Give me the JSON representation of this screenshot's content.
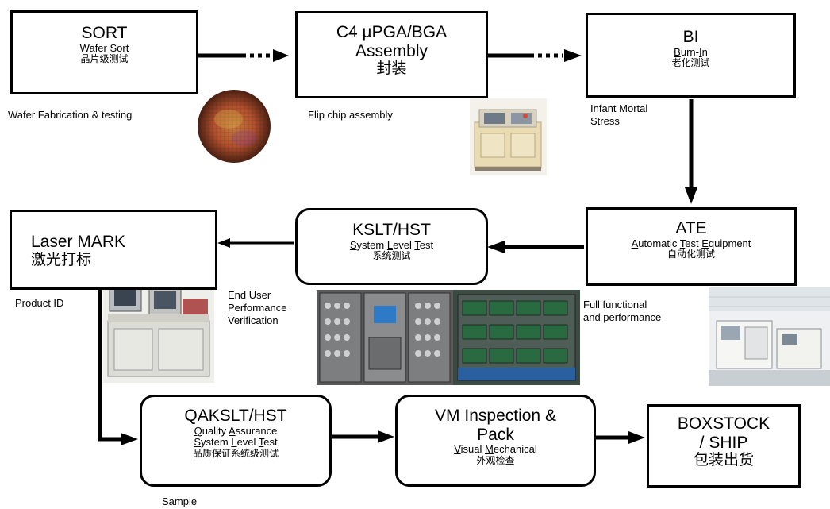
{
  "nodes": {
    "sort": {
      "title": "SORT",
      "line1": "Wafer Sort",
      "line2": "晶片级测试"
    },
    "assembly": {
      "title1": "C4 µPGA/BGA",
      "title2": "Assembly",
      "line1": "封装"
    },
    "bi": {
      "title": "BI",
      "line1_u1": "B",
      "line1_a": "urn-",
      "line1_u2": "I",
      "line1_b": "n",
      "line2": "老化测试"
    },
    "ate": {
      "title": "ATE",
      "u1": "A",
      "a": "utomatic ",
      "u2": "T",
      "b": "est ",
      "u3": "E",
      "c": "quipment",
      "line2": "自动化测试"
    },
    "kslt": {
      "title": "KSLT/HST",
      "u1": "S",
      "a": "ystem ",
      "u2": "L",
      "b": "evel ",
      "u3": "T",
      "c": "est",
      "line2": "系统测试"
    },
    "laser": {
      "title": "Laser MARK",
      "line1": "激光打标"
    },
    "qakslt": {
      "title": "QAKSLT/HST",
      "u1": "Q",
      "a": "uality ",
      "u2": "A",
      "b": "ssurance",
      "u3": "S",
      "c": "ystem ",
      "u4": "L",
      "d": "evel ",
      "u5": "T",
      "e": "est",
      "line3": "品质保证系统级测试"
    },
    "vm": {
      "title1": "VM Inspection &",
      "title2": "Pack",
      "u1": "V",
      "a": "isual ",
      "u2": "M",
      "b": "echanical",
      "line2": "外观检查"
    },
    "boxstock": {
      "title1": "BOXSTOCK",
      "title2": "/ SHIP",
      "line1": "包装出货"
    }
  },
  "annotations": {
    "wafer_fab": "Wafer Fabrication & testing",
    "flip_chip": "Flip chip assembly",
    "infant_mortal": [
      "Infant Mortal",
      "Stress"
    ],
    "end_user": [
      "End User",
      "Performance",
      "Verification"
    ],
    "full_functional": [
      "Full functional",
      "and performance"
    ],
    "product_id": "Product ID",
    "sample": "Sample"
  },
  "images": [
    "wafer-photo",
    "assembly-machine-photo",
    "test-rack-photo",
    "test-boards-photo",
    "ate-equipment-photo",
    "laser-marker-photo"
  ],
  "colors": {
    "line": "#000000",
    "wafer_core": "#c8643a",
    "wafer_edge": "#5a2a18",
    "machine_beige": "#e8dcb6",
    "rack_gray": "#8a8a8a",
    "board_green": "#3d6e4c"
  }
}
